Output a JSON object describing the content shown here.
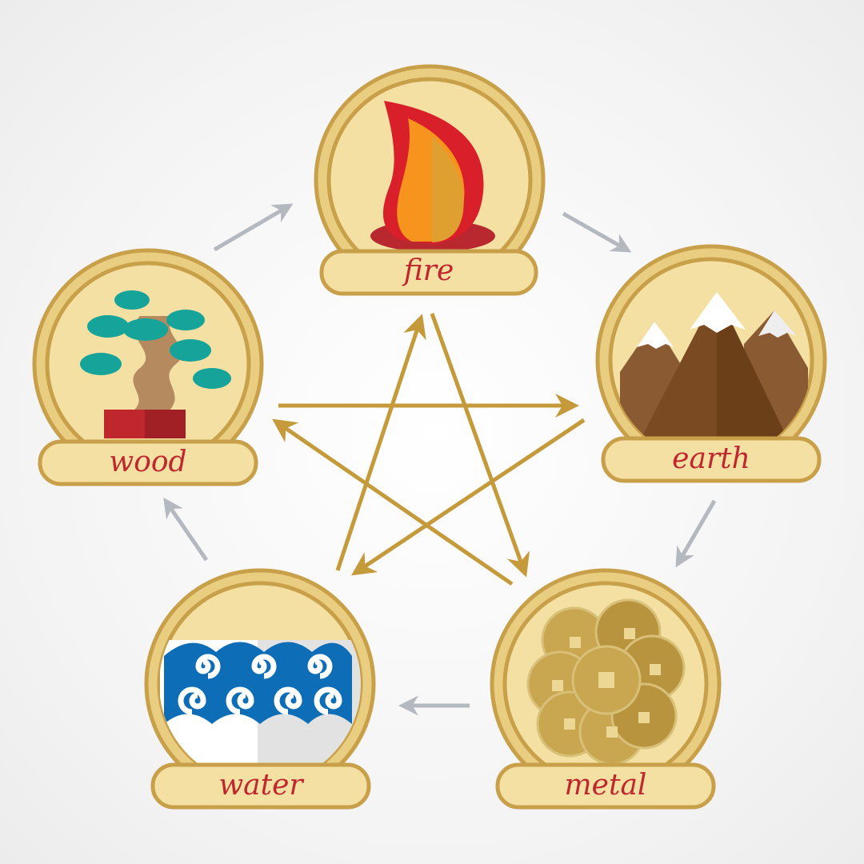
{
  "elements": {
    "fire": {
      "label": "fire"
    },
    "earth": {
      "label": "earth"
    },
    "metal": {
      "label": "metal"
    },
    "water": {
      "label": "water"
    },
    "wood": {
      "label": "wood"
    }
  },
  "colors": {
    "ring": "#e9cd80",
    "ring_border": "#c9a04a",
    "inner": "#f4e0a2",
    "label_text": "#c0272d",
    "generating_arrow": "#b4b8bf",
    "overcoming_arrow": "#c49a3a"
  }
}
